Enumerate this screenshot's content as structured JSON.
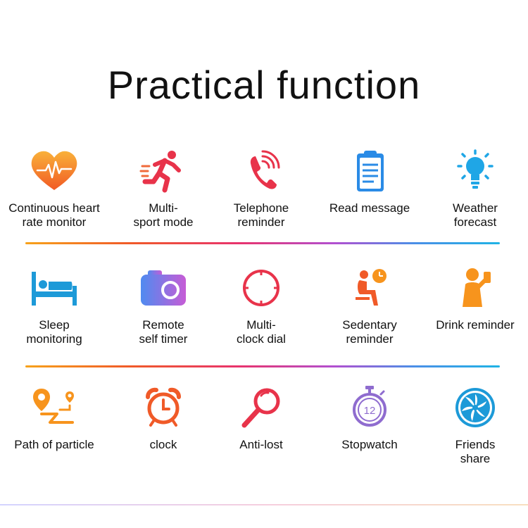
{
  "title": "Practical function",
  "rows": [
    [
      {
        "label": "Continuous heart\nrate monitor",
        "icon": "heart-rate-icon"
      },
      {
        "label": "Multi-\nsport mode",
        "icon": "running-icon"
      },
      {
        "label": "Telephone\nreminder",
        "icon": "phone-icon"
      },
      {
        "label": "Read message",
        "icon": "clipboard-icon"
      },
      {
        "label": "Weather\nforecast",
        "icon": "lightbulb-icon"
      }
    ],
    [
      {
        "label": "Sleep\nmonitoring",
        "icon": "bed-icon"
      },
      {
        "label": "Remote\nself timer",
        "icon": "camera-icon"
      },
      {
        "label": "Multi-\nclock dial",
        "icon": "dial-icon"
      },
      {
        "label": "Sedentary\nreminder",
        "icon": "sitting-person-icon"
      },
      {
        "label": "Drink  reminder",
        "icon": "drinking-person-icon"
      }
    ],
    [
      {
        "label": "Path  of particle",
        "icon": "map-path-icon"
      },
      {
        "label": "clock",
        "icon": "alarm-clock-icon"
      },
      {
        "label": "Anti-lost",
        "icon": "magnifier-icon"
      },
      {
        "label": "Stopwatch",
        "icon": "stopwatch-icon"
      },
      {
        "label": "Friends\nshare",
        "icon": "share-fan-icon"
      }
    ]
  ],
  "stopwatch_number": "12",
  "colors": {
    "orange": "#f7941d",
    "red": "#e8334a",
    "blue": "#1d8fe0",
    "purple": "#8f6ccf"
  }
}
